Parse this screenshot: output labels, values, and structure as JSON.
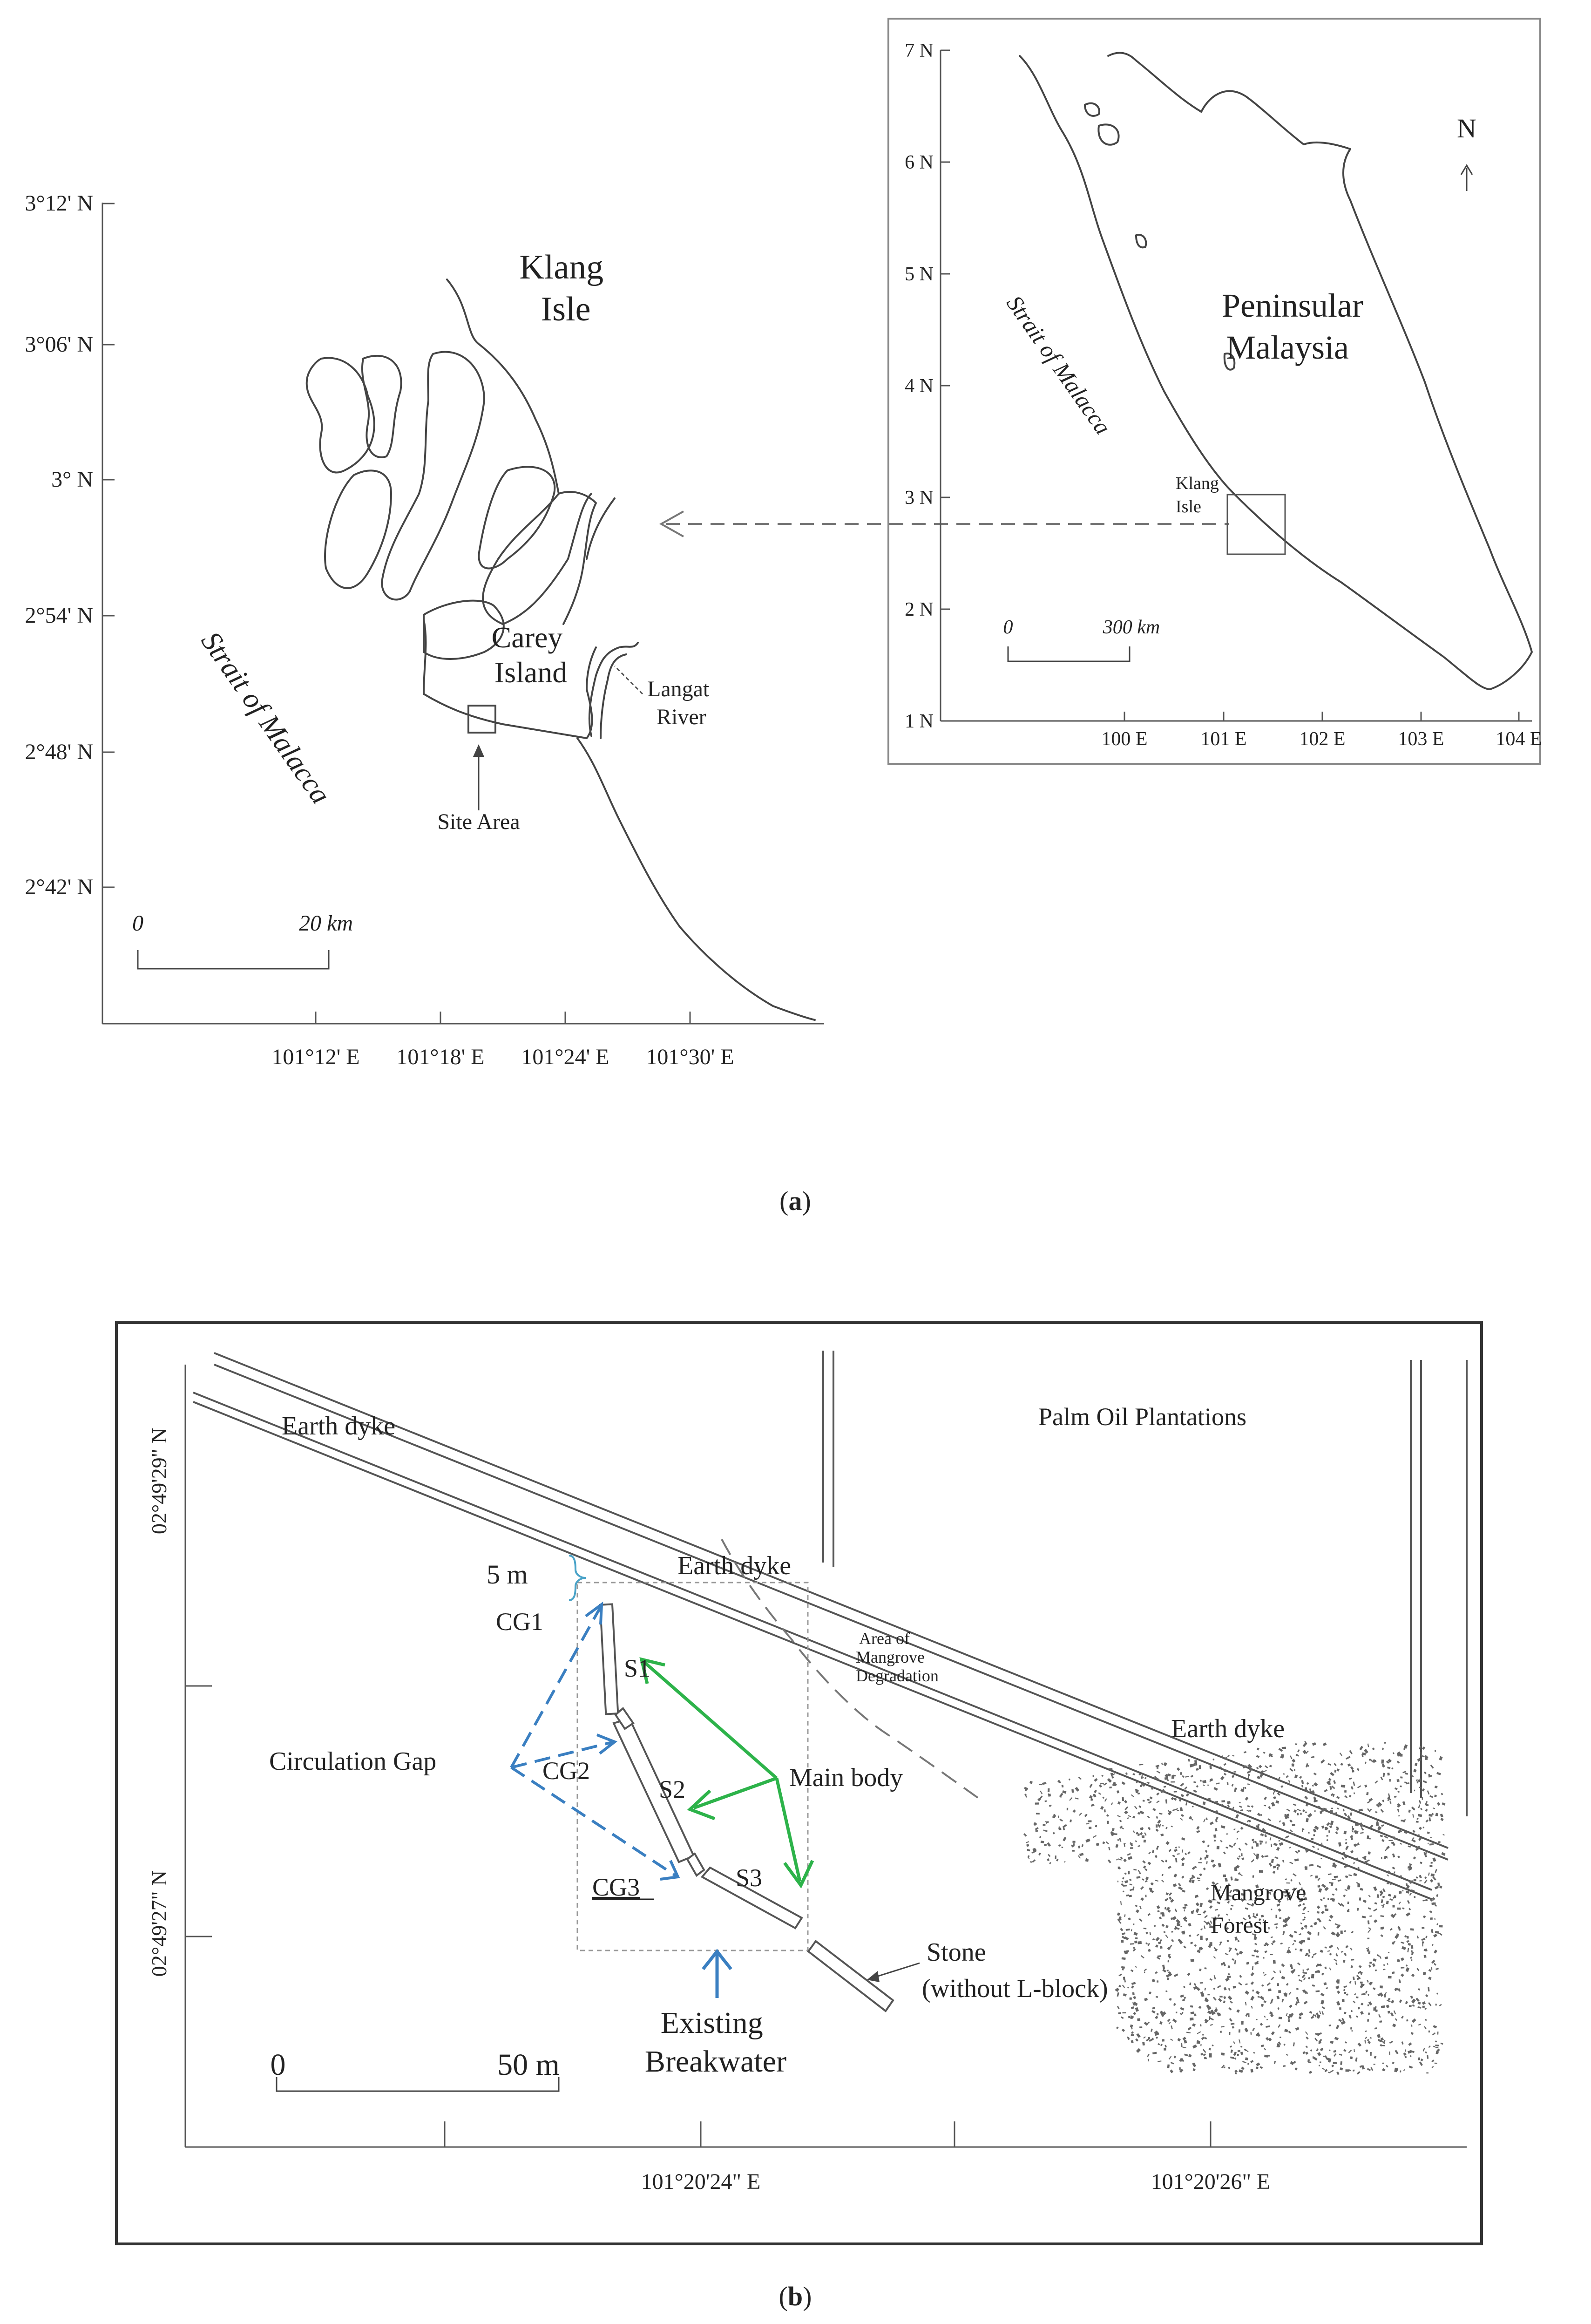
{
  "panel_a": {
    "left_map": {
      "lat_ticks": [
        "3°12' N",
        "3°06' N",
        "3° N",
        "2°54' N",
        "2°48' N",
        "2°42' N"
      ],
      "lon_ticks": [
        "101°12' E",
        "101°18' E",
        "101°24' E",
        "101°30' E"
      ],
      "klang_label": [
        "Klang",
        "Isle"
      ],
      "carey_label": [
        "Carey",
        "Island"
      ],
      "langat_label": [
        "Langat",
        "River"
      ],
      "site_label": "Site Area",
      "sea_label": "Strait of Malacca",
      "scale_start": "0",
      "scale_end": "20 km"
    },
    "inset_map": {
      "lat_ticks": [
        "7 N",
        "6 N",
        "5 N",
        "4 N",
        "3 N",
        "2 N",
        "1 N"
      ],
      "lon_ticks": [
        "100 E",
        "101 E",
        "102 E",
        "103 E",
        "104 E"
      ],
      "north_label": "N",
      "country_label": [
        "Peninsular",
        "Malaysia"
      ],
      "sea_label": "Strait of Malacca",
      "klang_label": [
        "Klang",
        "Isle"
      ],
      "scale_start": "0",
      "scale_end": "300  km"
    },
    "caption": "a"
  },
  "panel_b": {
    "lat_ticks": [
      "02°49'29\" N",
      "02°49'27\" N"
    ],
    "lon_ticks": [
      "101°20'24\" E",
      "101°20'26\" E"
    ],
    "earth_dyke_1": "Earth dyke",
    "earth_dyke_2": "Earth dyke",
    "earth_dyke_3": "Earth dyke",
    "palm_label": "Palm Oil Plantations",
    "width_label": "5 m",
    "cg1": "CG1",
    "cg2": "CG2",
    "cg3": "CG3",
    "s1": "S1",
    "s2": "S2",
    "s3": "S3",
    "circulation_gap": "Circulation Gap",
    "main_body": "Main body",
    "degradation_label": [
      "Area of",
      "Mangrove",
      "Degradation"
    ],
    "mangrove_label": [
      "Mangrove",
      "Forest"
    ],
    "stone_label": [
      "Stone",
      "(without L-block)"
    ],
    "breakwater_label": [
      "Existing",
      "Breakwater"
    ],
    "scale_start": "0",
    "scale_end": "50 m",
    "colors": {
      "arrow_blue": "#3a7fc1",
      "arrow_green": "#2db34a",
      "brace": "#4aa3c8"
    },
    "caption": "b"
  }
}
